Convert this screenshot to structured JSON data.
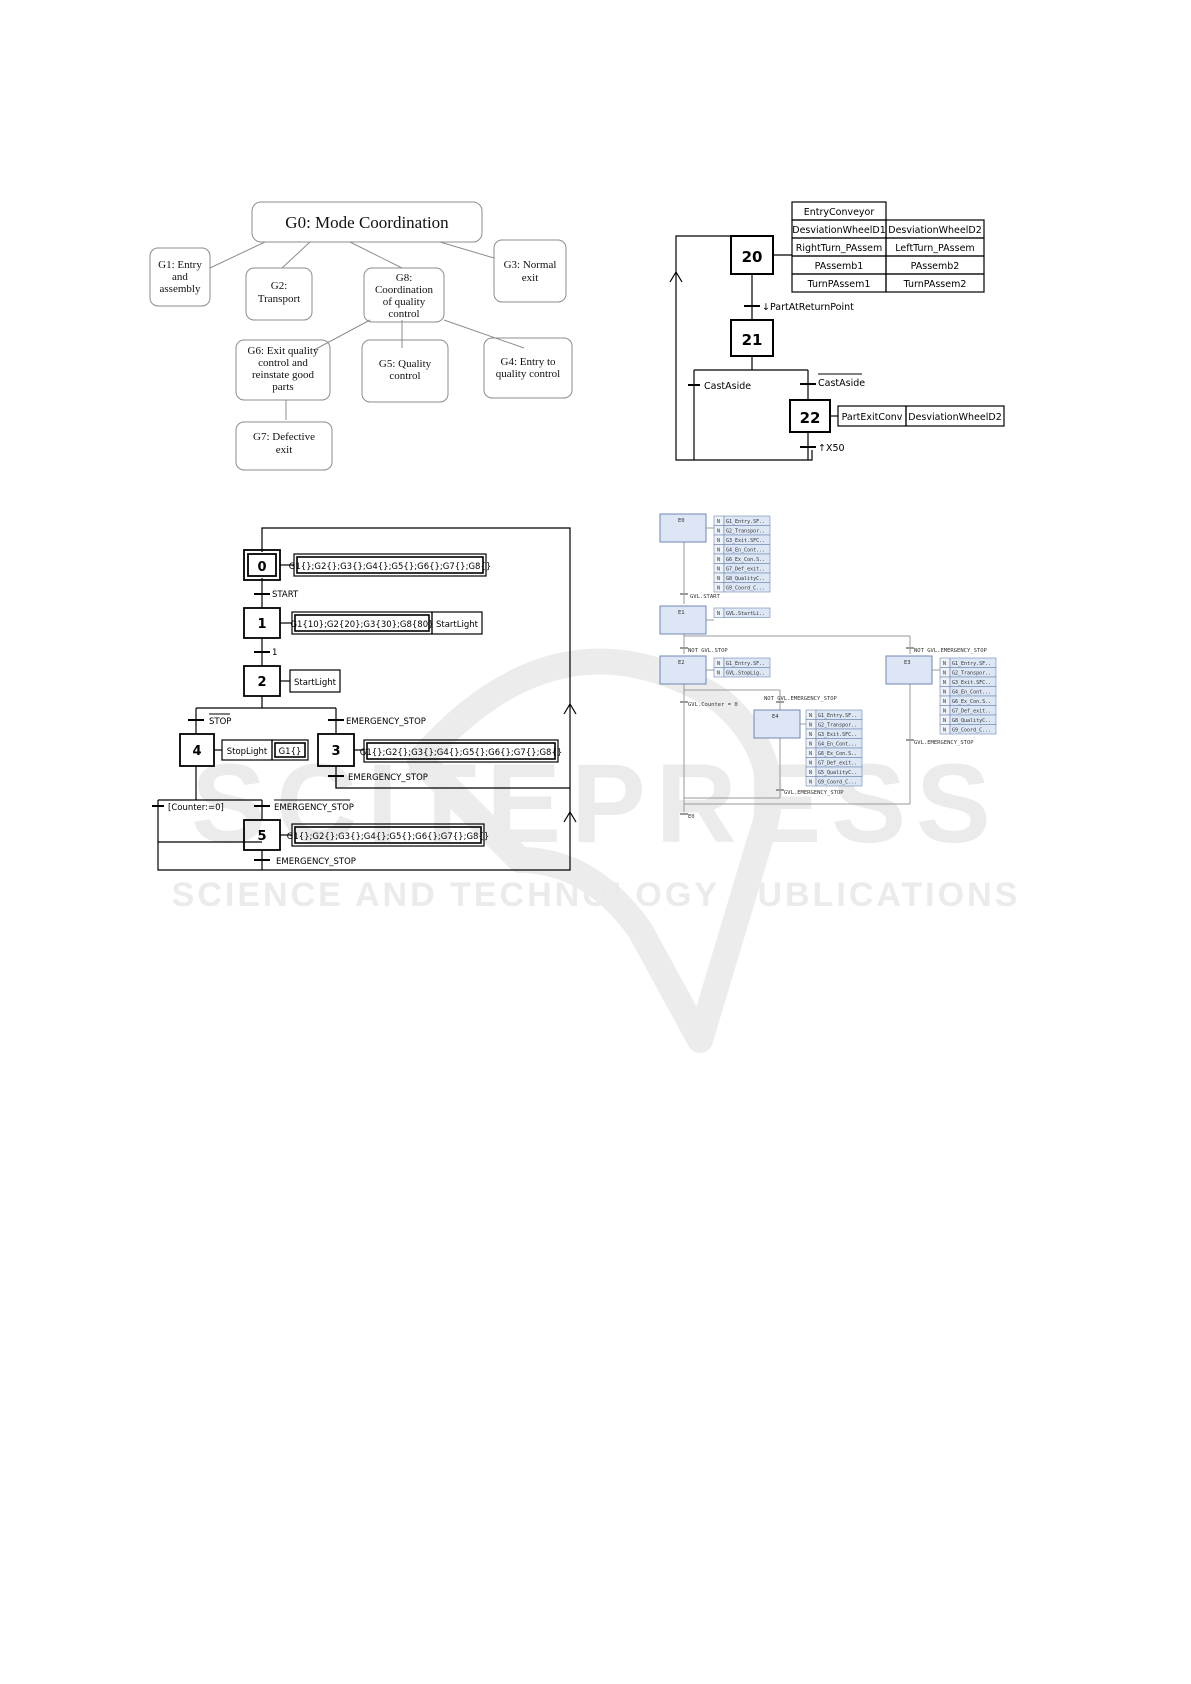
{
  "hierarchy": {
    "g0": "G0: Mode Coordination",
    "g1": [
      "G1: Entry",
      "and",
      "assembly"
    ],
    "g2": [
      "G2:",
      "Transport"
    ],
    "g8": [
      "G8:",
      "Coordination",
      "of quality",
      "control"
    ],
    "g3": [
      "G3: Normal",
      "exit"
    ],
    "g6": [
      "G6: Exit quality",
      "control and",
      "reinstate good",
      "parts"
    ],
    "g5": [
      "G5: Quality",
      "control"
    ],
    "g4": [
      "G4: Entry to",
      "quality control"
    ],
    "g7": [
      "G7: Defective",
      "exit"
    ]
  },
  "grafcet_g1": {
    "step20": "20",
    "step21": "21",
    "step22": "22",
    "a_entry": "EntryConveyor",
    "a_dw1": "DesviationWheelD1",
    "a_dw2": "DesviationWheelD2",
    "a_right": "RightTurn_PAssem",
    "a_left": "LeftTurn_PAssem",
    "a_pa1": "PAssemb1",
    "a_pa2": "PAssemb2",
    "a_tp1": "TurnPAssem1",
    "a_tp2": "TurnPAssem2",
    "t_return": "↓PartAtReturnPoint",
    "t_cast": "CastAside",
    "t_notcast": "CastAside",
    "a_pexit": "PartExitConv",
    "a_dw2b": "DesviationWheelD2",
    "t_x50": "↑X50"
  },
  "grafcet_g0": {
    "s0": "0",
    "s1": "1",
    "s2": "2",
    "s3": "3",
    "s4": "4",
    "s5": "5",
    "a0": "G1{};G2{};G3{};G4{};G5{};G6{};G7{};G8{}",
    "a1": "G1{10};G2{20};G3{30};G8{80}",
    "a1b": "StartLight",
    "a2": "StartLight",
    "a3": "G1{};G2{};G3{};G4{};G5{};G6{};G7{};G8{}",
    "a4": "StopLight",
    "a4b": "G1{}",
    "a5": "G1{};G2{};G3{};G4{};G5{};G6{};G7{};G8{}",
    "t_start": "START",
    "t_one": "1",
    "t_stop": "STOP",
    "t_emerg": "EMERGENCY_STOP",
    "t_emerg3": "EMERGENCY_STOP",
    "t_counter": "[Counter:=0]",
    "t_notemerg": "EMERGENCY_STOP",
    "t_emerg5": "EMERGENCY_STOP"
  },
  "sfc": {
    "e0": "E0",
    "e1": "E1",
    "e2": "E2",
    "e3": "E3",
    "e4": "E4",
    "e0_actions": [
      "G1_Entry.SF..",
      "G2_Transpor..",
      "G3_Exit.SFC..",
      "G4_En_Cont...",
      "G6_Ex_Con.S..",
      "G7_Def_exit..",
      "G8_QualityC..",
      "G9_Coord_C..."
    ],
    "e1_actions": [
      "GVL.StartLi.."
    ],
    "e2_actions": [
      "G1_Entry.SF..",
      "GVL.StopLig.."
    ],
    "e3_actions": [
      "G1_Entry.SF..",
      "G2_Transpor..",
      "G3_Exit.SFC..",
      "G4_En_Cont...",
      "G6_Ex_Con.S..",
      "G7_Def_exit..",
      "G8_QualityC..",
      "G9_Coord_C..."
    ],
    "e4_actions": [
      "G1_Entry.SF..",
      "G2_Transpor..",
      "G3_Exit.SFC..",
      "G4_En_Cont...",
      "G6_Ex_Con.S..",
      "G7_Def_exit..",
      "G5_QualityC..",
      "G9_Coord_C..."
    ],
    "qualifier": "N",
    "t_start": "GVL.START",
    "t_notstop": "NOT GVL.STOP",
    "t_notemerg": "NOT GVL.EMERGENCY_STOP",
    "t_counter": "GVL.Counter = 0",
    "t_notemerg2": "NOT GVL.EMERGENCY_STOP",
    "t_emerg": "GVL.EMERGENCY_STOP",
    "t_emerg2": "GVL.EMERGENCY_STOP",
    "t_e0": "E0"
  },
  "watermark": {
    "logo": "SCITEPRESS",
    "sub": "SCIENCE AND TECHNOLOGY PUBLICATIONS"
  },
  "colors": {
    "line": "#000000",
    "box_border": "#8c8c8c",
    "sfc_fill": "#dce6f4",
    "sfc_border": "#6f87b3",
    "watermark": "#e6e6e6"
  }
}
